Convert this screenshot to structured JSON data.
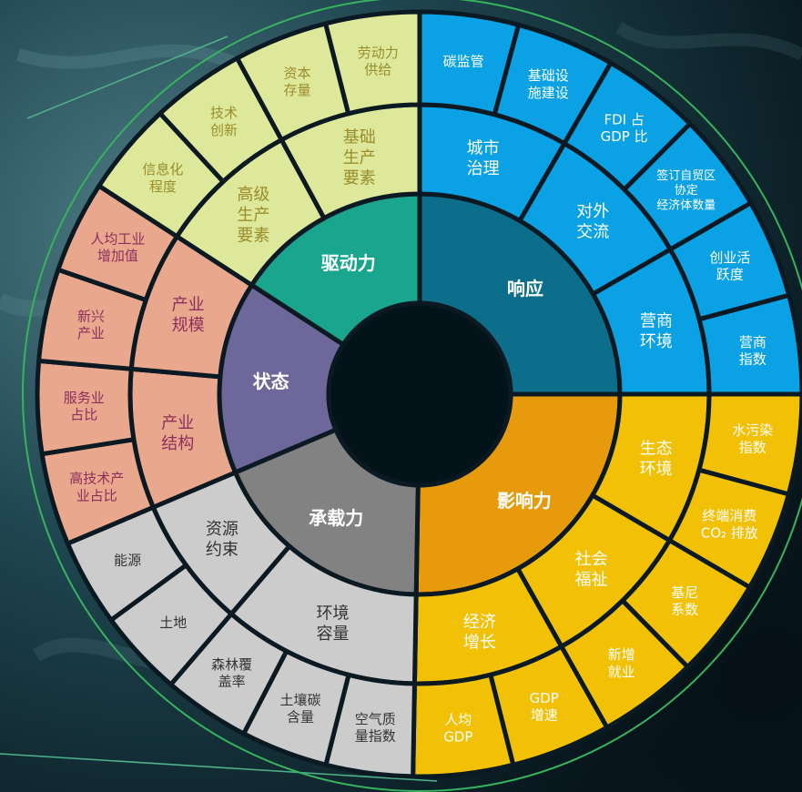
{
  "colors": {
    "drive": {
      "inner": "#1aa58f",
      "mid": "#dde89a",
      "outer": "#dde89a",
      "text_inner": "#ffffff",
      "text_ring": "#9a8d2c"
    },
    "response": {
      "inner": "#0d6e8c",
      "mid": "#0aa2e4",
      "outer": "#0aa2e4",
      "text_inner": "#ffffff",
      "text_ring": "#ffffff"
    },
    "impact": {
      "inner": "#e79a0b",
      "mid": "#f2c105",
      "outer": "#f2c105",
      "text_inner": "#ffffff",
      "text_ring": "#ffffff"
    },
    "carrying": {
      "inner": "#828282",
      "mid": "#cccccc",
      "outer": "#cccccc",
      "text_inner": "#ffffff",
      "text_ring": "#333333"
    },
    "state": {
      "inner": "#6e679a",
      "mid": "#e9a78d",
      "outer": "#e9a78d",
      "text_inner": "#ffffff",
      "text_ring": "#8c2f5c"
    },
    "separator": "#0b1a22",
    "outline": "#36b45d",
    "center": "#04121a"
  },
  "wheel": {
    "sectors": [
      {
        "key": "drive",
        "label": "驱动力",
        "groups": [
          {
            "label": "高级\n生产\n要素",
            "items": [
              "信息化\n程度",
              "技术\n创新"
            ]
          },
          {
            "label": "基础\n生产\n要素",
            "items": [
              "资本\n存量",
              "劳动力\n供给"
            ]
          }
        ]
      },
      {
        "key": "response",
        "label": "响应",
        "groups": [
          {
            "label": "城市\n治理",
            "items": [
              "碳监管",
              "基础设\n施建设"
            ]
          },
          {
            "label": "对外\n交流",
            "items": [
              "FDI 占\nGDP 比",
              "签订自贸区\n协定\n经济体数量"
            ]
          },
          {
            "label": "营商\n环境",
            "items": [
              "创业活\n跃度",
              "营商\n指数"
            ]
          }
        ]
      },
      {
        "key": "impact",
        "label": "影响力",
        "groups": [
          {
            "label": "生态\n环境",
            "items": [
              "水污染\n指数",
              "终端消费\nCO₂ 排放"
            ]
          },
          {
            "label": "社会\n福祉",
            "items": [
              "基尼\n系数",
              "新增\n就业"
            ]
          },
          {
            "label": "经济\n增长",
            "items": [
              "GDP\n增速",
              "人均\nGDP"
            ]
          }
        ]
      },
      {
        "key": "carrying",
        "label": "承载力",
        "groups": [
          {
            "label": "环境\n容量",
            "items": [
              "空气质\n量指数",
              "土壤碳\n含量",
              "森林覆\n盖率"
            ]
          },
          {
            "label": "资源\n约束",
            "items": [
              "土地",
              "能源"
            ]
          }
        ]
      },
      {
        "key": "state",
        "label": "状态",
        "groups": [
          {
            "label": "产业\n结构",
            "items": [
              "高技术产\n业占比",
              "服务业\n占比"
            ]
          },
          {
            "label": "产业\n规模",
            "items": [
              "新兴\n产业",
              "人均工业\n增加值"
            ]
          }
        ]
      }
    ]
  }
}
